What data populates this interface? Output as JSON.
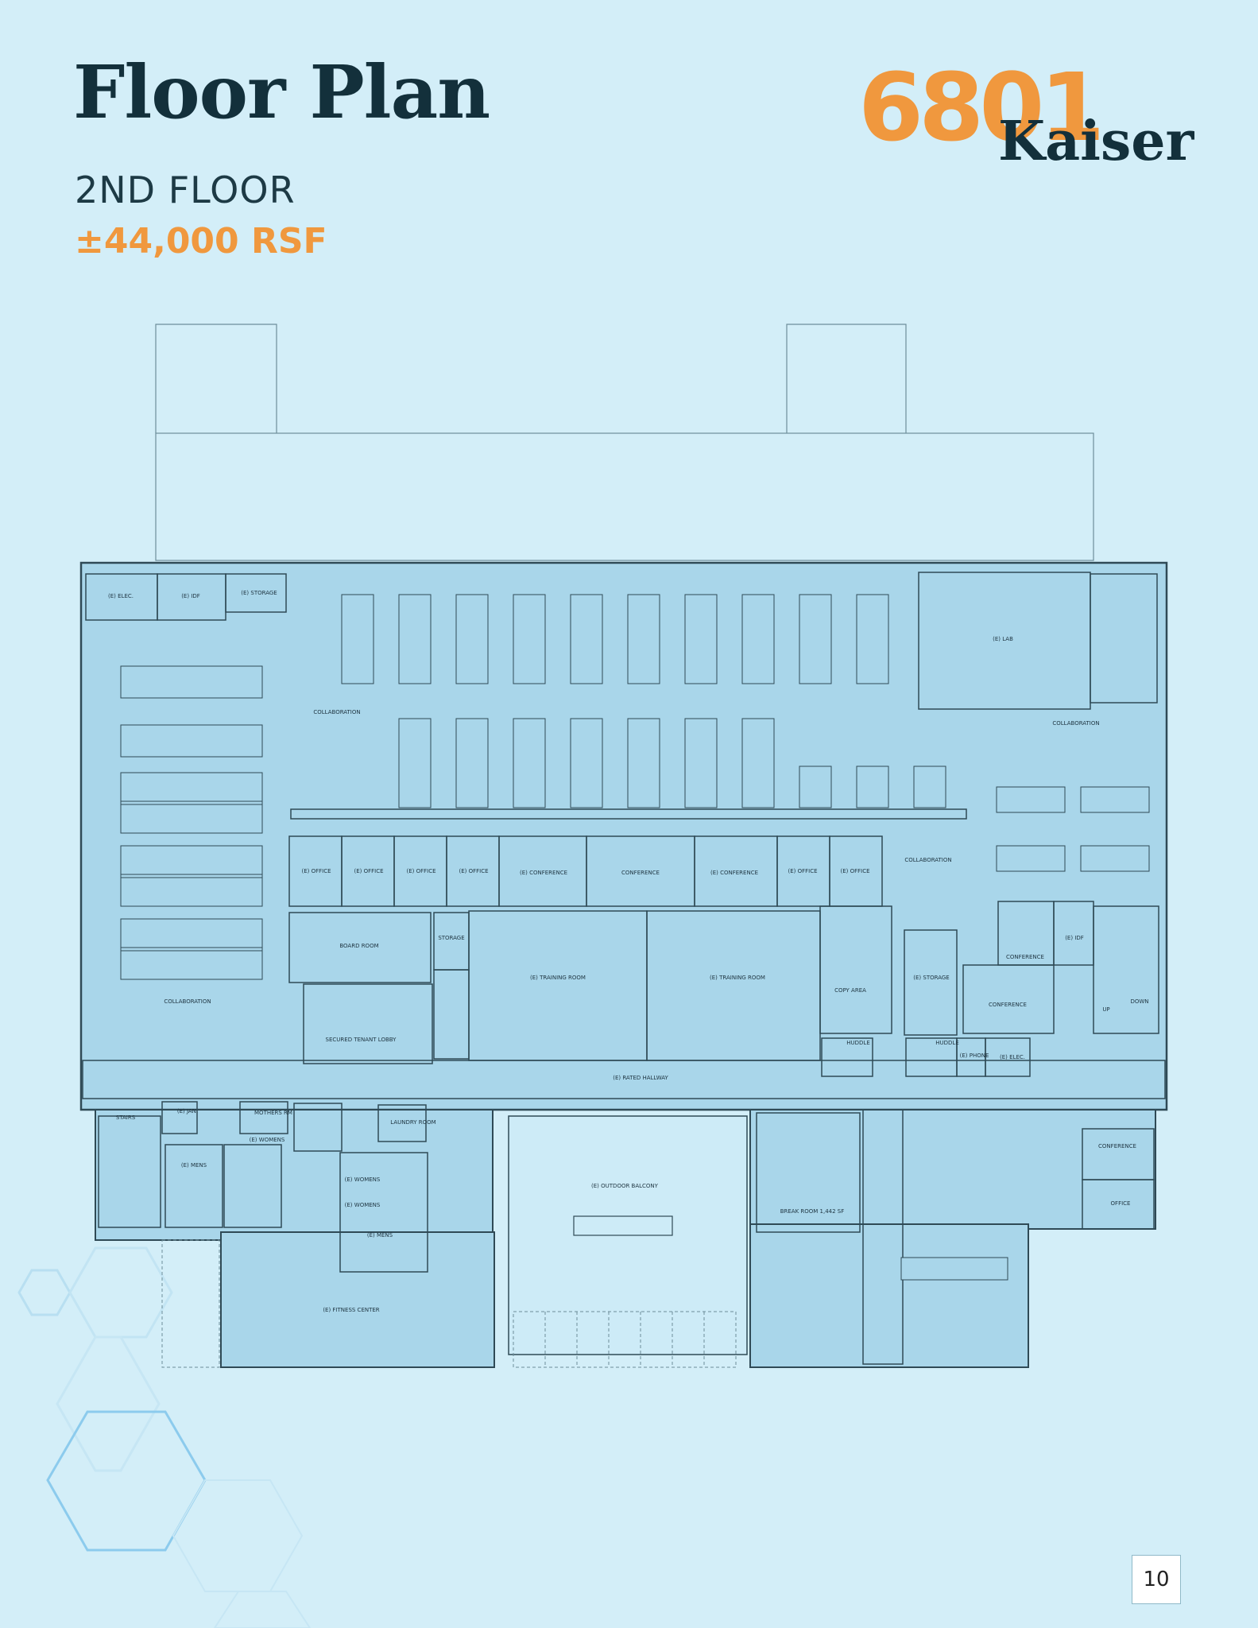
{
  "header": {
    "title": "Floor Plan",
    "floor": "2ND FLOOR",
    "area": "±44,000 RSF"
  },
  "logo": {
    "number": "6801",
    "name": "Kaiser"
  },
  "colors": {
    "background": "#d3eef8",
    "accent": "#f0983e",
    "dark": "#13303b",
    "plan_fill": "#a9d6ea",
    "plan_line": "#2f4a56"
  },
  "rooms": [
    {
      "id": "elec-1",
      "label": "(E) ELEC."
    },
    {
      "id": "idf-1",
      "label": "(E) IDF"
    },
    {
      "id": "storage-1",
      "label": "(E) STORAGE"
    },
    {
      "id": "lab",
      "label": "(E) LAB"
    },
    {
      "id": "collab-1",
      "label": "COLLABORATION"
    },
    {
      "id": "collab-2",
      "label": "COLLABORATION"
    },
    {
      "id": "collab-3",
      "label": "COLLABORATION"
    },
    {
      "id": "collab-4",
      "label": "COLLABORATION"
    },
    {
      "id": "office-1",
      "label": "(E) OFFICE"
    },
    {
      "id": "office-2",
      "label": "(E) OFFICE"
    },
    {
      "id": "office-3",
      "label": "(E) OFFICE"
    },
    {
      "id": "office-4",
      "label": "(E) OFFICE"
    },
    {
      "id": "conf-1",
      "label": "(E) CONFERENCE"
    },
    {
      "id": "conf-2",
      "label": "CONFERENCE"
    },
    {
      "id": "conf-3",
      "label": "(E) CONFERENCE"
    },
    {
      "id": "office-5",
      "label": "(E) OFFICE"
    },
    {
      "id": "office-6",
      "label": "(E) OFFICE"
    },
    {
      "id": "board",
      "label": "BOARD ROOM"
    },
    {
      "id": "storage-2",
      "label": "STORAGE"
    },
    {
      "id": "training-1",
      "label": "(E) TRAINING ROOM"
    },
    {
      "id": "training-2",
      "label": "(E) TRAINING ROOM"
    },
    {
      "id": "copy",
      "label": "COPY AREA"
    },
    {
      "id": "storage-3",
      "label": "(E) STORAGE"
    },
    {
      "id": "conf-4",
      "label": "CONFERENCE"
    },
    {
      "id": "idf-2",
      "label": "(E) IDF"
    },
    {
      "id": "conf-5",
      "label": "CONFERENCE"
    },
    {
      "id": "up",
      "label": "UP"
    },
    {
      "id": "down",
      "label": "DOWN"
    },
    {
      "id": "huddle-1",
      "label": "HUDDLE"
    },
    {
      "id": "huddle-2",
      "label": "HUDDLE"
    },
    {
      "id": "phone",
      "label": "(E) PHONE"
    },
    {
      "id": "elec-2",
      "label": "(E) ELEC."
    },
    {
      "id": "lobby",
      "label": "SECURED TENANT LOBBY"
    },
    {
      "id": "hallway",
      "label": "(E) RATED HALLWAY"
    },
    {
      "id": "stairs",
      "label": "STAIRS"
    },
    {
      "id": "jan",
      "label": "(E) JAN."
    },
    {
      "id": "mothers",
      "label": "MOTHERS RM"
    },
    {
      "id": "laundry",
      "label": "LAUNDRY ROOM"
    },
    {
      "id": "mens-1",
      "label": "(E) MENS"
    },
    {
      "id": "womens-1",
      "label": "(E) WOMENS"
    },
    {
      "id": "womens-2",
      "label": "(E) WOMENS"
    },
    {
      "id": "womens-3",
      "label": "(E) WOMENS"
    },
    {
      "id": "mens-2",
      "label": "(E) MENS"
    },
    {
      "id": "balcony",
      "label": "(E) OUTDOOR BALCONY"
    },
    {
      "id": "break",
      "label": "BREAK ROOM 1,442 SF"
    },
    {
      "id": "conf-6",
      "label": "CONFERENCE"
    },
    {
      "id": "office-7",
      "label": "OFFICE"
    },
    {
      "id": "fitness",
      "label": "(E) FITNESS CENTER"
    }
  ],
  "page": {
    "number": "10"
  }
}
